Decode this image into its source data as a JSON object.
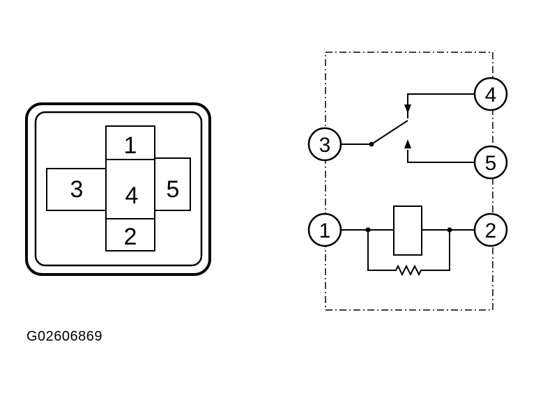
{
  "connector": {
    "cells": [
      {
        "id": "1",
        "label": "1"
      },
      {
        "id": "3",
        "label": "3"
      },
      {
        "id": "4",
        "label": "4"
      },
      {
        "id": "5",
        "label": "5"
      },
      {
        "id": "2",
        "label": "2"
      }
    ]
  },
  "schematic": {
    "terminals": [
      {
        "id": "3",
        "label": "3"
      },
      {
        "id": "4",
        "label": "4"
      },
      {
        "id": "5",
        "label": "5"
      },
      {
        "id": "1",
        "label": "1"
      },
      {
        "id": "2",
        "label": "2"
      }
    ]
  },
  "caption": "G02606869"
}
